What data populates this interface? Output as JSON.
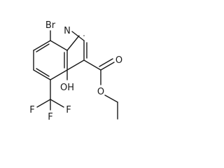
{
  "molecule": {
    "atoms": {
      "br": "Br",
      "n": "N",
      "oh": "OH",
      "o_carbonyl": "O",
      "o_ester": "O",
      "f_left": "F",
      "f_right": "F",
      "f_bottom": "F"
    }
  }
}
